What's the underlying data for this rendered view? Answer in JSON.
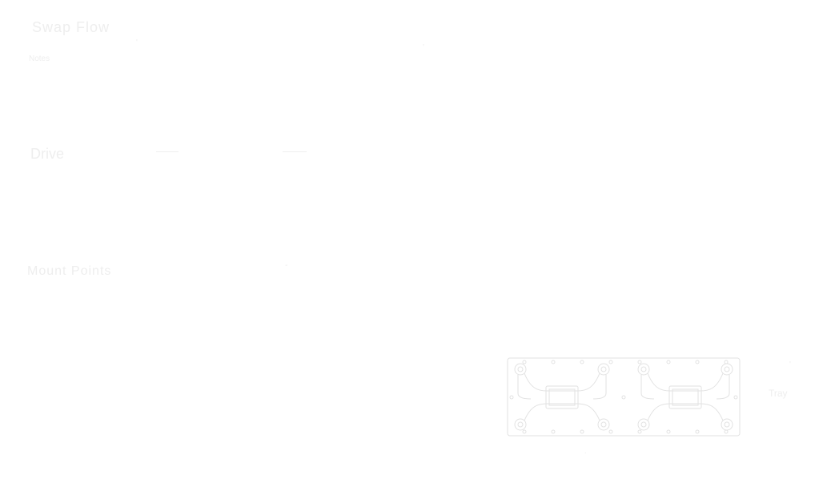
{
  "texts": {
    "title_top": "Swap Flow",
    "subtitle_top": "Notes",
    "heading_mid": "Drive",
    "heading_low": "Mount Points",
    "right_label": "Tray"
  },
  "colors": {
    "background": "#ffffff",
    "faint_text": "#eeeeee",
    "panel_stroke": "#e4e4e4"
  },
  "icons": [
    "bolt-hole-icon",
    "chip-icon"
  ]
}
